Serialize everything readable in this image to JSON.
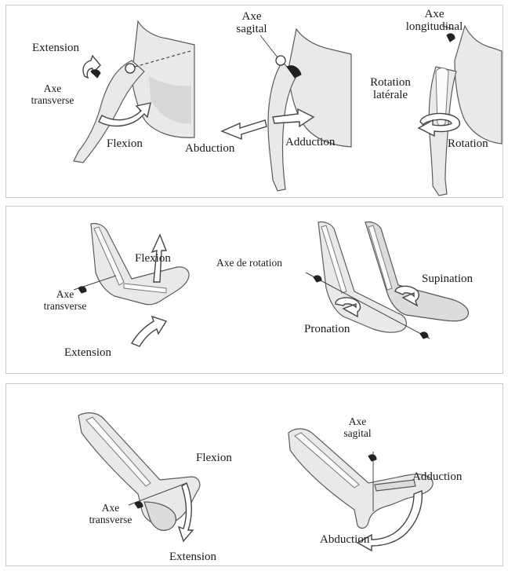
{
  "panel_shoulder": {
    "extension": "Extension",
    "axe_transverse": [
      "Axe",
      "transverse"
    ],
    "flexion": "Flexion",
    "axe_sagital": [
      "Axe",
      "sagital"
    ],
    "abduction": "Abduction",
    "adduction": "Adduction",
    "axe_longitudinal": [
      "Axe",
      "longitudinal"
    ],
    "rotation_laterale": [
      "Rotation",
      "latérale"
    ],
    "rotation": "Rotation"
  },
  "panel_elbow": {
    "flexion": "Flexion",
    "axe_transverse": [
      "Axe",
      "transverse"
    ],
    "extension": "Extension",
    "axe_rotation": "Axe de rotation",
    "supination": "Supination",
    "pronation": "Pronation"
  },
  "panel_wrist": {
    "flexion": "Flexion",
    "axe_transverse": [
      "Axe",
      "transverse"
    ],
    "extension": "Extension",
    "axe_sagital": [
      "Axe",
      "sagital"
    ],
    "adduction": "Adduction",
    "abduction": "Abduction"
  }
}
